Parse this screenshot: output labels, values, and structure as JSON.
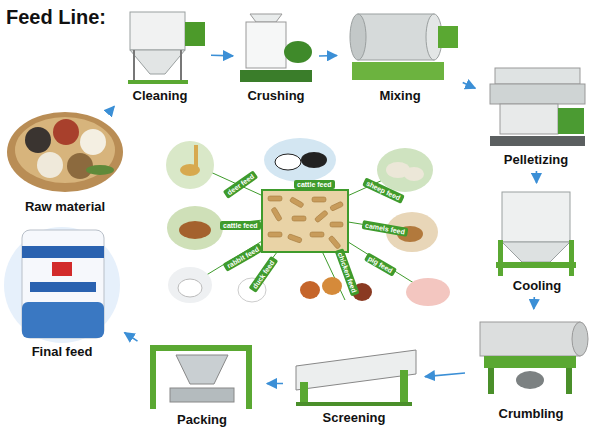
{
  "diagram": {
    "title": "Feed Line:",
    "nodes": [
      {
        "text": [
          "Raw material"
        ]
      },
      {
        "text": [
          "Cleaning"
        ]
      },
      {
        "text": [
          "Crushing"
        ]
      },
      {
        "text": [
          "Mixing"
        ]
      },
      {
        "text": [
          "Pelletizing"
        ]
      },
      {
        "text": [
          "Cooling"
        ]
      },
      {
        "text": [
          "Crumbling"
        ]
      },
      {
        "text": [
          "Screening"
        ]
      },
      {
        "text": [
          "Packing"
        ]
      },
      {
        "text": [
          "Final feed"
        ]
      }
    ],
    "edges": [
      {
        "from": 0,
        "to": 1,
        "arrow": "to"
      },
      {
        "from": 1,
        "to": 2,
        "arrow": "to"
      },
      {
        "from": 2,
        "to": 3,
        "arrow": "to"
      },
      {
        "from": 3,
        "to": 4,
        "arrow": "to"
      },
      {
        "from": 4,
        "to": 5,
        "arrow": "to"
      },
      {
        "from": 5,
        "to": 6,
        "arrow": "to"
      },
      {
        "from": 6,
        "to": 7,
        "arrow": "to"
      },
      {
        "from": 7,
        "to": 8,
        "arrow": "to"
      },
      {
        "from": 8,
        "to": 9,
        "arrow": "to"
      }
    ],
    "labels": [
      "deer feed",
      "cattle feed",
      "sheep feed",
      "cattle feed",
      "camels feed",
      "rabbit feed",
      "duck feed",
      "chicken feed",
      "pig feed"
    ]
  }
}
